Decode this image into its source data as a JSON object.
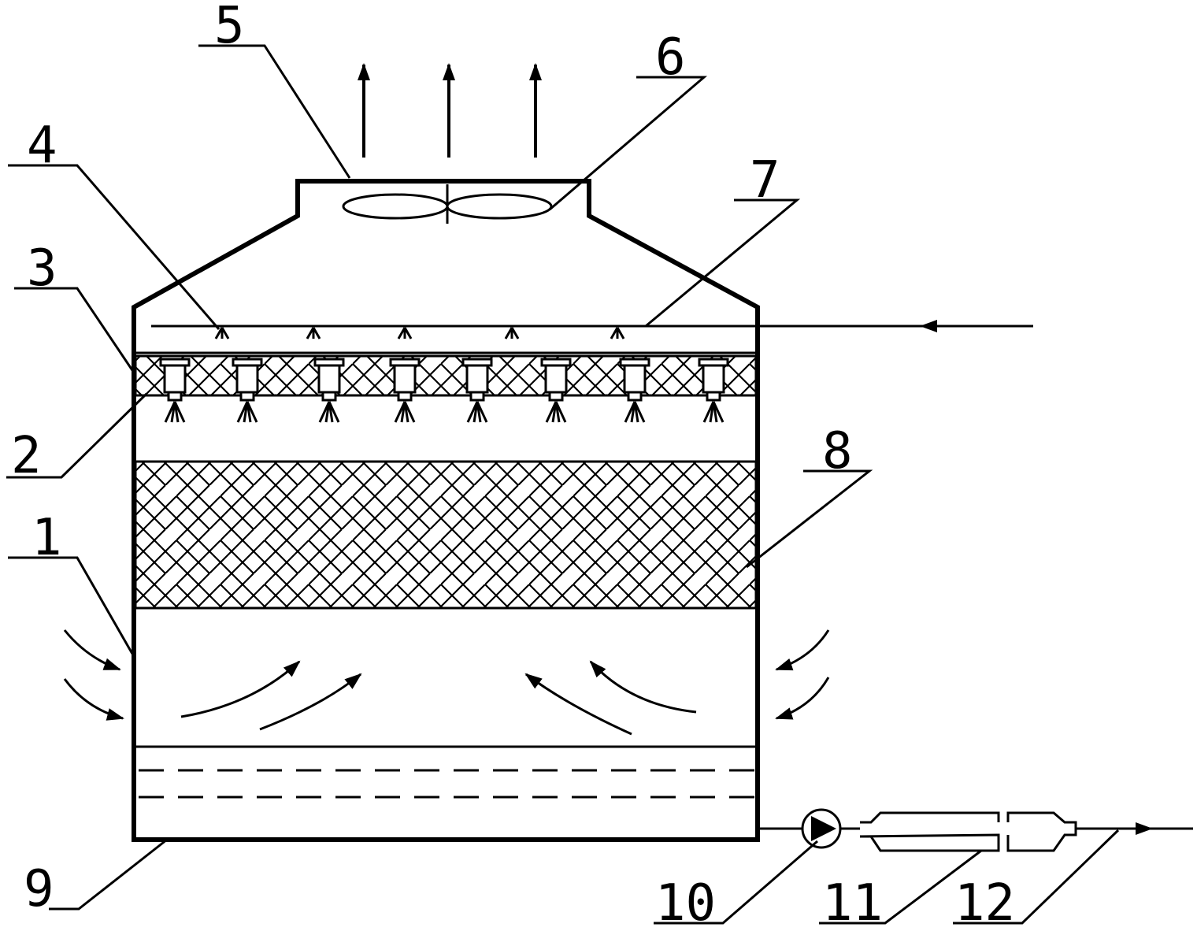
{
  "colors": {
    "ink": "#000000",
    "background": "#ffffff"
  },
  "labels": {
    "l1": "1",
    "l2": "2",
    "l3": "3",
    "l4": "4",
    "l5": "5",
    "l6": "6",
    "l7": "7",
    "l8": "8",
    "l9": "9",
    "l10": "10",
    "l11": "11",
    "l12": "12"
  }
}
